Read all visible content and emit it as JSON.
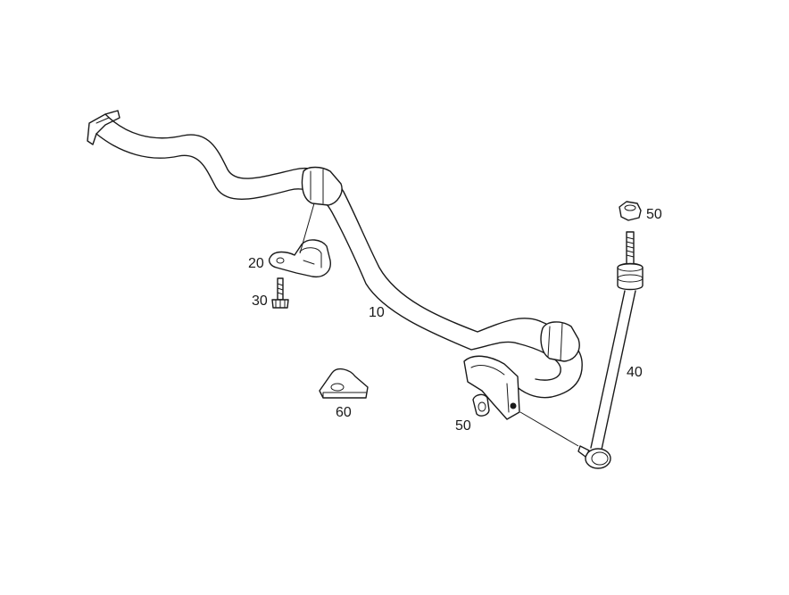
{
  "callouts": {
    "bar": "10",
    "clamp": "20",
    "bolt": "30",
    "link": "40",
    "nut_top": "50",
    "nut_bottom": "50",
    "bracket": "60"
  },
  "colors": {
    "line": "#1a1a1a",
    "background": "#ffffff"
  }
}
